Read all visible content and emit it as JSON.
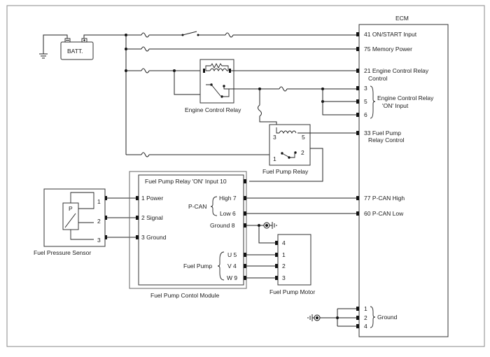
{
  "ecm": {
    "title": "ECM",
    "pins": {
      "on_start": "41 ON/START Input",
      "memory_power": "75 Memory Power",
      "ecr_control_1": "21 Engine Control Relay",
      "ecr_control_2": "Control",
      "pin3": "3",
      "pin5": "5",
      "pin6": "6",
      "ecr_on_input_1": "Engine Control Relay",
      "ecr_on_input_2": "'ON' Input",
      "fp_relay_control_1": "33 Fuel Pump",
      "fp_relay_control_2": "Relay Control",
      "pcan_high": "77 P-CAN High",
      "pcan_low": "60 P-CAN Low",
      "gnd1": "1",
      "gnd2": "2",
      "gnd4": "4",
      "ground": "Ground"
    }
  },
  "battery": {
    "label": "BATT."
  },
  "engine_control_relay": {
    "label": "Engine Control Relay"
  },
  "fuel_pump_relay": {
    "label": "Fuel Pump Relay",
    "pin3": "3",
    "pin5": "5",
    "pin1": "1",
    "pin2": "2"
  },
  "fpcm": {
    "label": "Fuel Pump Contol Module",
    "relay_on_input": "Fuel Pump Relay 'ON' Input 10",
    "power": "1 Power",
    "signal": "2 Signal",
    "ground_in": "3 Ground",
    "pcan": "P-CAN",
    "high": "High 7",
    "low": "Low 6",
    "ground_out": "Ground 8",
    "fuel_pump": "Fuel Pump",
    "u": "U 5",
    "v": "V 4",
    "w": "W 9"
  },
  "sensor": {
    "label": "Fuel Pressure Sensor",
    "p": "P",
    "pin1": "1",
    "pin2": "2",
    "pin3": "3"
  },
  "motor": {
    "label": "Fuel Pump Motor",
    "pin4": "4",
    "pin1": "1",
    "pin2": "2",
    "pin3": "3"
  }
}
